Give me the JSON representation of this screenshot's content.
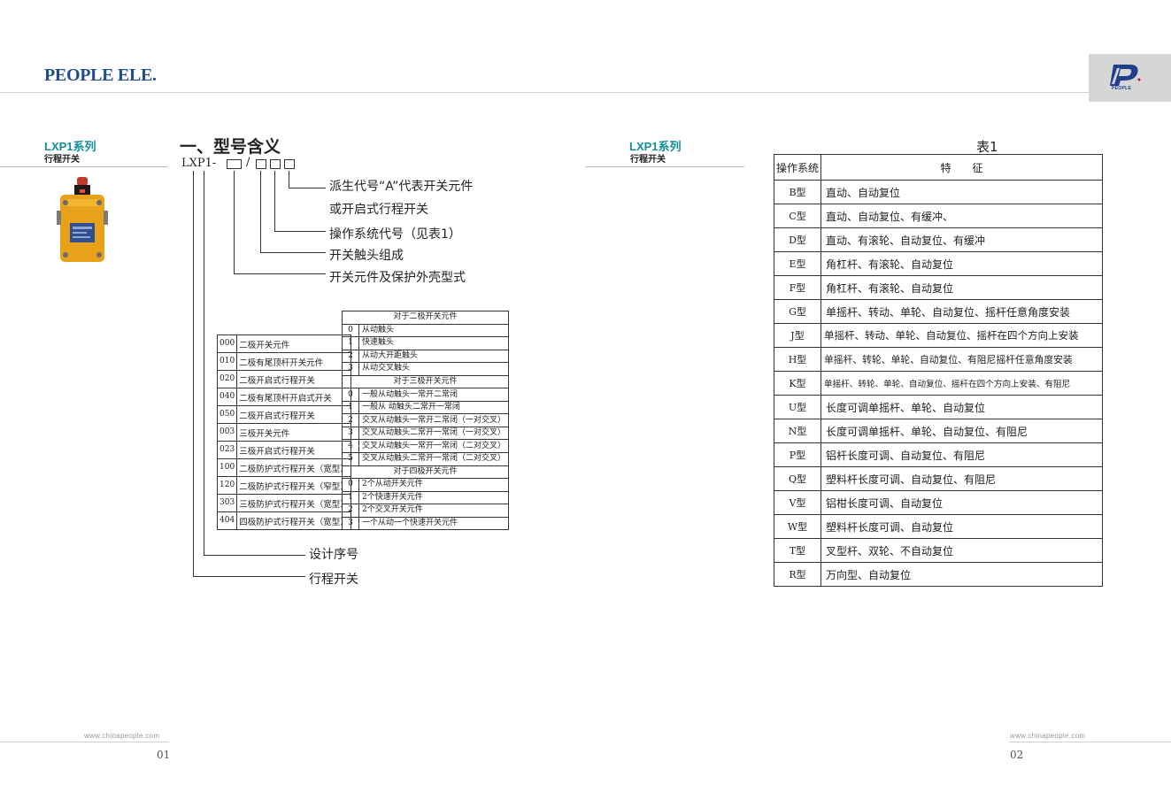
{
  "header": {
    "brand": "PEOPLE ELE.",
    "logo_text": "PEOPLE",
    "brand_color": "#1f4e8c",
    "accent_color": "#10909a"
  },
  "left": {
    "series": "LXP1系列",
    "series_sub": "行程开关",
    "section_title": "一、型号含义",
    "model_prefix": "LXP1-",
    "model_sep": "/",
    "labels": [
      "派生代号“A”代表开关元件",
      "或开启式行程开关",
      "操作系统代号（见表1）",
      "开关触头组成",
      "开关元件及保护外壳型式",
      "设计序号",
      "行程开关"
    ],
    "codes": [
      {
        "code": "000",
        "desc": "二极开关元件"
      },
      {
        "code": "010",
        "desc": "二极有尾顶杆开关元件"
      },
      {
        "code": "020",
        "desc": "二极开启式行程开关"
      },
      {
        "code": "040",
        "desc": "二极有尾顶杆开启式开关"
      },
      {
        "code": "050",
        "desc": "二极开启式行程开关"
      },
      {
        "code": "003",
        "desc": "三极开关元件"
      },
      {
        "code": "023",
        "desc": "三极开启式行程开关"
      },
      {
        "code": "100",
        "desc": "二极防护式行程开关（宽型）"
      },
      {
        "code": "120",
        "desc": "二极防护式行程开关（窄型）"
      },
      {
        "code": "303",
        "desc": "三极防护式行程开关（宽型）"
      },
      {
        "code": "404",
        "desc": "四极防护式行程开关（宽型）"
      }
    ],
    "contact_groups": [
      {
        "heading": "对于二极开关元件",
        "rows": [
          {
            "n": "0",
            "desc": "从动触头"
          },
          {
            "n": "1",
            "desc": "快速触头"
          },
          {
            "n": "2",
            "desc": "从动大开距触头"
          },
          {
            "n": "3",
            "desc": "从动交叉触头"
          }
        ]
      },
      {
        "heading": "对于三极开关元件",
        "rows": [
          {
            "n": "0",
            "desc": "一般从动触头一常开二常闭"
          },
          {
            "n": "1",
            "desc": "一般从 动触头二常开一常闭"
          },
          {
            "n": "2",
            "desc": "交叉从动触头一常开二常闭（一对交叉）"
          },
          {
            "n": "3",
            "desc": "交叉从动触头二常开一常闭（一对交叉）"
          },
          {
            "n": "4",
            "desc": "交叉从动触头一常开一常闭（二对交叉）"
          },
          {
            "n": "5",
            "desc": "交叉从动触头二常开一常闭（二对交叉）"
          }
        ]
      },
      {
        "heading": "对于四极开关元件",
        "rows": [
          {
            "n": "0",
            "desc": "2个从动开关元件"
          },
          {
            "n": "1",
            "desc": "2个快速开关元件"
          },
          {
            "n": "2",
            "desc": "2个交叉开关元件"
          },
          {
            "n": "3",
            "desc": "一个从动一个快速开关元件"
          }
        ]
      }
    ]
  },
  "right": {
    "series": "LXP1系列",
    "series_sub": "行程开关",
    "table_title": "表1",
    "headers": [
      "操作系统",
      "特　　征"
    ],
    "rows": [
      {
        "k": "B型",
        "v": "直动、自动复位"
      },
      {
        "k": "C型",
        "v": "直动、自动复位、有缓冲、"
      },
      {
        "k": "D型",
        "v": "直动、有滚轮、自动复位、有缓冲"
      },
      {
        "k": "E型",
        "v": "角杠杆、有滚轮、自动复位"
      },
      {
        "k": "F型",
        "v": "角杠杆、有滚轮、自动复位"
      },
      {
        "k": "G型",
        "v": "单摇杆、转动、单轮、自动复位、摇杆任意角度安装"
      },
      {
        "k": "J型",
        "v": "单摇杆、转动、单轮、自动复位、摇杆在四个方向上安装"
      },
      {
        "k": "H型",
        "v": "单摇杆、转轮、单轮、自动复位、有阻尼摇杆任意角度安装"
      },
      {
        "k": "K型",
        "v": "单摇杆、转轮、单轮、自动复位、摇杆在四个方向上安装、有阻尼"
      },
      {
        "k": "U型",
        "v": "长度可调单摇杆、单轮、自动复位"
      },
      {
        "k": "N型",
        "v": "长度可调单摇杆、单轮、自动复位、有阻尼"
      },
      {
        "k": "P型",
        "v": "铝杆长度可调、自动复位、有阻尼"
      },
      {
        "k": "Q型",
        "v": "塑料杆长度可调、自动复位、有阻尼"
      },
      {
        "k": "V型",
        "v": "铝柑长度可调、自动复位"
      },
      {
        "k": "W型",
        "v": "塑料杆长度可调、自动复位"
      },
      {
        "k": "T型",
        "v": "叉型杆、双轮、不自动复位"
      },
      {
        "k": "R型",
        "v": "万向型、自动复位"
      }
    ]
  },
  "footer": {
    "url_left": "www.chinapeople.com",
    "url_right": "www.chinapeople.com",
    "page_left": "01",
    "page_right": "02"
  }
}
